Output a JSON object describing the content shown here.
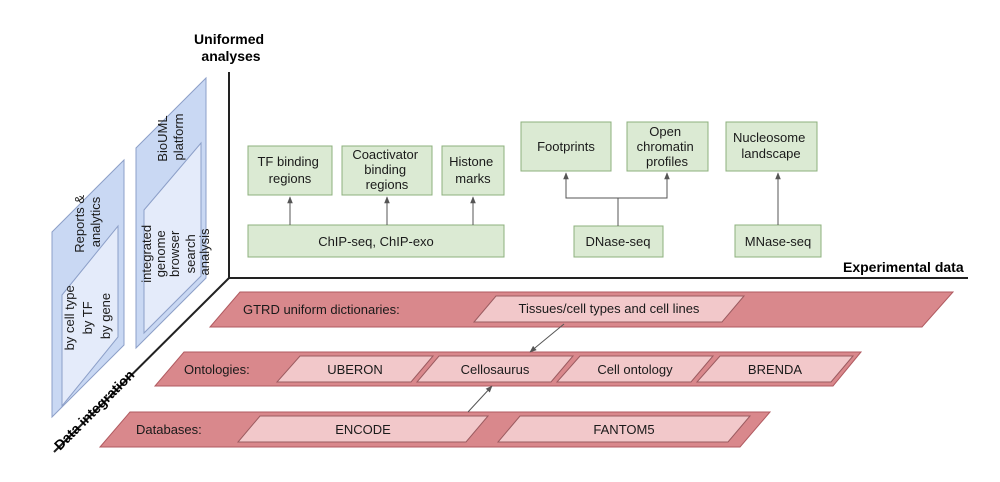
{
  "axes": {
    "uniformed": [
      "Uniformed",
      "analyses"
    ],
    "experimental": "Experimental data",
    "integration": "Data integration"
  },
  "panels": {
    "reports_header": [
      "Reports &",
      "analytics"
    ],
    "reports_items": [
      "by cell type",
      "by TF",
      "by gene"
    ],
    "bioumi_header": [
      "BioUML",
      "platform"
    ],
    "bioumi_items": [
      "integrated",
      "genome",
      "browser",
      "search",
      "analysis"
    ]
  },
  "experimental": {
    "tf_binding": [
      "TF binding",
      "regions"
    ],
    "coactivator": [
      "Coactivator",
      "binding",
      "regions"
    ],
    "histone": [
      "Histone",
      "marks"
    ],
    "chipseq": "ChIP-seq, ChIP-exo",
    "footprints": "Footprints",
    "open_chromatin": [
      "Open",
      "chromatin",
      "profiles"
    ],
    "dnaseq": "DNase-seq",
    "nucleosome": [
      "Nucleosome",
      "landscape"
    ],
    "mnaseq": "MNase-seq"
  },
  "layers": {
    "gtrd": {
      "label": "GTRD uniform dictionaries:",
      "items": [
        "Tissues/cell types and cell lines"
      ]
    },
    "ontologies": {
      "label": "Ontologies:",
      "items": [
        "UBERON",
        "Cellosaurus",
        "Cell ontology",
        "BRENDA"
      ]
    },
    "databases": {
      "label": "Databases:",
      "items": [
        "ENCODE",
        "FANTOM5"
      ]
    }
  },
  "colors": {
    "green_fill": "#dbead3",
    "green_stroke": "#8db07c",
    "blue_fill": "#c9d8f3",
    "blue_stroke": "#8c9fc8",
    "red_fill": "#d9888c",
    "red_stroke": "#b05a60",
    "pink_fill": "#f2c8ca",
    "pink_stroke": "#9b5b60"
  }
}
